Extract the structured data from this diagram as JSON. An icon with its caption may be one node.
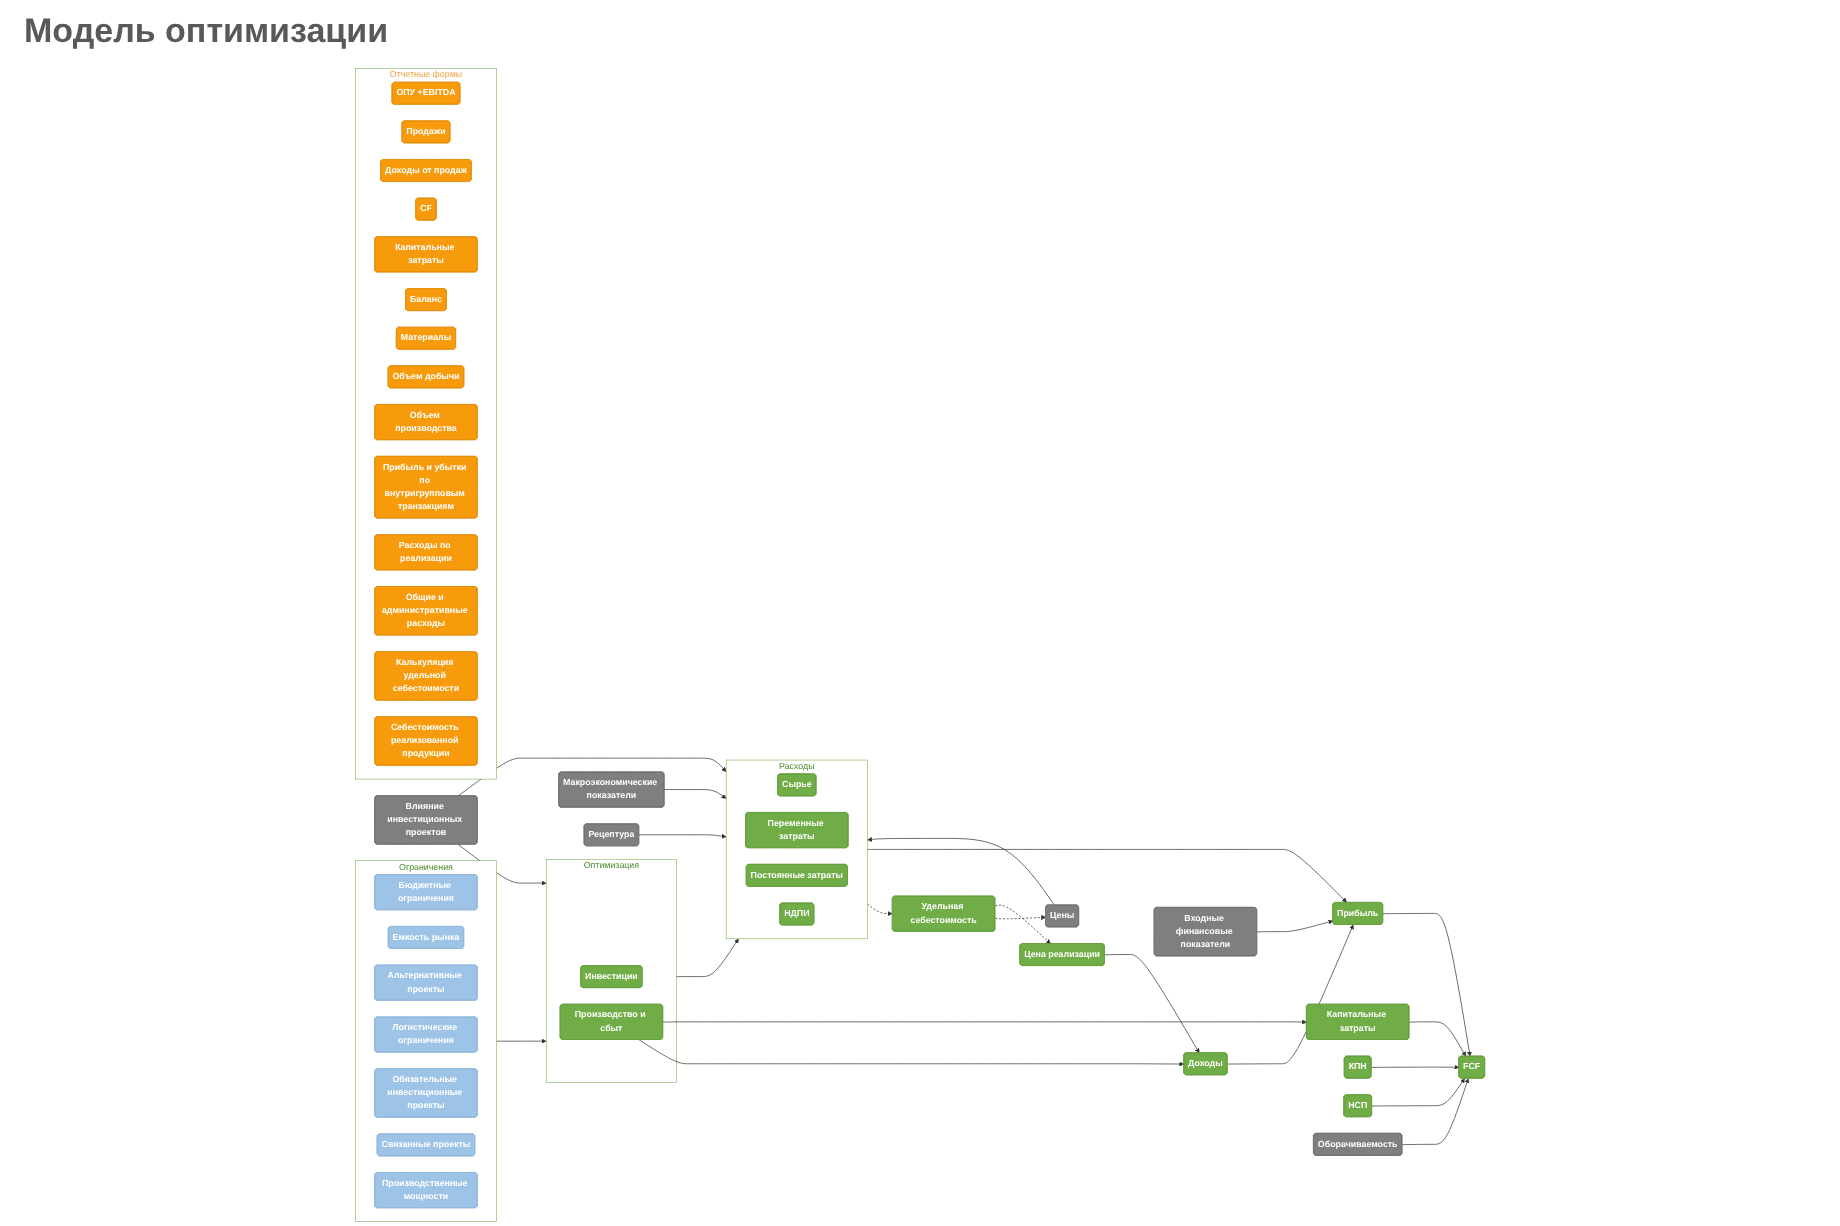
{
  "diagram": {
    "title": "Модель оптимизации",
    "nodes": [
      {
        "text": [
          "Ограничения"
        ]
      },
      {
        "text": [
          "Бюджетные ограничения"
        ],
        "in": 0
      },
      {
        "text": [
          "Емкость рынка"
        ],
        "in": 0
      },
      {
        "text": [
          "Альтернативные проекты"
        ],
        "in": 0
      },
      {
        "text": [
          "Логистические ограничения"
        ],
        "in": 0
      },
      {
        "text": [
          "Обязательные инвестиционные проекты"
        ],
        "in": 0
      },
      {
        "text": [
          "Связанные проекты"
        ],
        "in": 0
      },
      {
        "text": [
          "Производственные мощности"
        ],
        "in": 0
      },
      {
        "text": [
          "Отчетные формы"
        ]
      },
      {
        "text": [
          "ОПУ +EBITDA"
        ],
        "in": 8
      },
      {
        "text": [
          "Продажи"
        ],
        "in": 8
      },
      {
        "text": [
          "Доходы от продаж"
        ],
        "in": 8
      },
      {
        "text": [
          "CF"
        ],
        "in": 8
      },
      {
        "text": [
          "Капитальные затраты"
        ],
        "in": 8
      },
      {
        "text": [
          "Баланс"
        ],
        "in": 8
      },
      {
        "text": [
          "Материалы"
        ],
        "in": 8
      },
      {
        "text": [
          "Объем добычи"
        ],
        "in": 8
      },
      {
        "text": [
          "Объем производства"
        ],
        "in": 8
      },
      {
        "text": [
          "Прибыль и убытки по внутригрупповым транзакциям"
        ],
        "in": 8
      },
      {
        "text": [
          "Расходы по реализации"
        ],
        "in": 8
      },
      {
        "text": [
          "Общие и административные расходы"
        ],
        "in": 8
      },
      {
        "text": [
          "Калькуляция удельной себестоимости"
        ],
        "in": 8
      },
      {
        "text": [
          "Себестоимость реализованной продукции"
        ],
        "in": 8
      },
      {
        "text": [
          "Влияние инвестиционных проектов"
        ]
      },
      {
        "text": [
          "Макроэкономические показатели"
        ]
      },
      {
        "text": [
          "Рецептура"
        ]
      },
      {
        "text": [
          "Цены"
        ]
      },
      {
        "text": [
          "Расходы"
        ]
      },
      {
        "text": [
          "Сырье"
        ],
        "in": 27
      },
      {
        "text": [
          "Переменные затраты"
        ],
        "in": 27
      },
      {
        "text": [
          "Постоянные затраты"
        ],
        "in": 27
      },
      {
        "text": [
          "НДПИ"
        ],
        "in": 27
      },
      {
        "text": [
          "Оптимизация"
        ]
      },
      {
        "text": [
          "Инвестиции"
        ],
        "in": 32
      },
      {
        "text": [
          "Производство и сбыт"
        ],
        "in": 32
      },
      {
        "text": [
          "Удельная себестоимость"
        ]
      },
      {
        "text": [
          "Цена реализации"
        ]
      },
      {
        "text": [
          "Доходы"
        ]
      },
      {
        "text": [
          "Капитальные затраты"
        ]
      },
      {
        "text": [
          "Входные финансовые показатели"
        ]
      },
      {
        "text": [
          "Прибыль"
        ]
      },
      {
        "text": [
          "КПН"
        ]
      },
      {
        "text": [
          "НСП"
        ]
      },
      {
        "text": [
          "Оборачиваемость"
        ]
      },
      {
        "text": [
          "FCF"
        ]
      }
    ],
    "edges": [
      {
        "from": 0,
        "to": 32,
        "arrow": "to"
      },
      {
        "from": 23,
        "to": 32,
        "arrow": "to"
      },
      {
        "from": 32,
        "to": 27,
        "arrow": "to"
      },
      {
        "from": 23,
        "to": 27,
        "arrow": "to"
      },
      {
        "from": 24,
        "to": 27,
        "arrow": "to"
      },
      {
        "from": 25,
        "to": 27,
        "arrow": "to"
      },
      {
        "from": 26,
        "to": 27,
        "arrow": "to"
      },
      {
        "from": 27,
        "to": 35,
        "arrow": "to",
        "style": "dashed"
      },
      {
        "from": 35,
        "to": 26,
        "arrow": "to",
        "style": "dashed"
      },
      {
        "from": 35,
        "to": 36,
        "arrow": "to",
        "style": "dashed"
      },
      {
        "from": 36,
        "to": 37,
        "arrow": "to"
      },
      {
        "from": 34,
        "to": 37,
        "arrow": "to"
      },
      {
        "from": 34,
        "to": 38,
        "arrow": "to"
      },
      {
        "from": 27,
        "to": 40,
        "arrow": "to"
      },
      {
        "from": 37,
        "to": 40,
        "arrow": "to"
      },
      {
        "from": 39,
        "to": 40,
        "arrow": "to"
      },
      {
        "from": 40,
        "to": 44,
        "arrow": "to"
      },
      {
        "from": 43,
        "to": 44,
        "arrow": "to"
      },
      {
        "from": 38,
        "to": 44,
        "arrow": "to"
      },
      {
        "from": 41,
        "to": 44,
        "arrow": "to"
      },
      {
        "from": 42,
        "to": 44,
        "arrow": "to"
      }
    ]
  }
}
